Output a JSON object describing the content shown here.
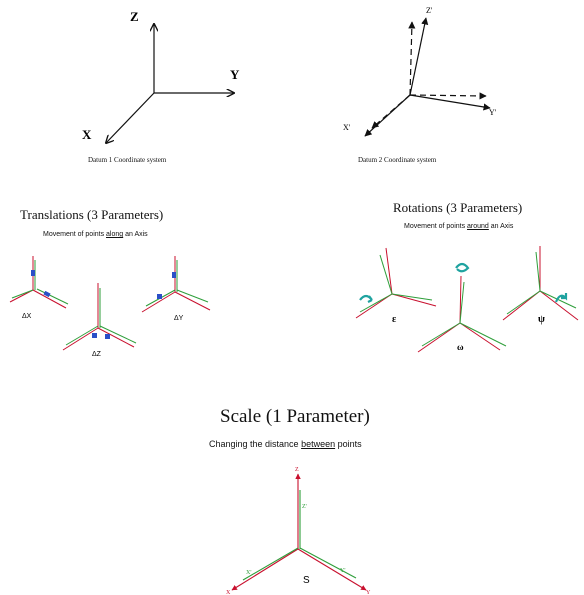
{
  "datum1": {
    "axis_labels": {
      "z": "Z",
      "y": "Y",
      "x": "X"
    },
    "caption": "Datum 1 Coordinate system"
  },
  "datum2": {
    "axis_labels": {
      "z": "Z'",
      "y": "Y'",
      "x": "X'"
    },
    "caption": "Datum 2 Coordinate system"
  },
  "translations": {
    "title": "Translations (3 Parameters)",
    "subtitle_before": "Movement of points ",
    "subtitle_keyword": "along",
    "subtitle_after": " an Axis",
    "labels": {
      "dx": "ΔX",
      "dy": "ΔY",
      "dz": "ΔZ"
    }
  },
  "rotations": {
    "title": "Rotations (3 Parameters)",
    "subtitle_before": "Movement of points ",
    "subtitle_keyword": "around",
    "subtitle_after": " an Axis",
    "labels": {
      "epsilon": "ε",
      "omega": "ω",
      "psi": "ψ"
    }
  },
  "scale": {
    "title": "Scale (1 Parameter)",
    "subtitle_before": "Changing the distance ",
    "subtitle_keyword": "between",
    "subtitle_after": " points",
    "label": "S",
    "axis_labels": {
      "z": "Z",
      "z2": "Z'",
      "x": "X",
      "x2": "X'",
      "y": "Y",
      "y2": "Y'"
    }
  },
  "colors": {
    "axis_black": "#111111",
    "axis_red": "#c8102e",
    "axis_green": "#2e9e3a",
    "axis_blue": "#2a4fc7",
    "rotation_teal": "#1fa3a0"
  }
}
